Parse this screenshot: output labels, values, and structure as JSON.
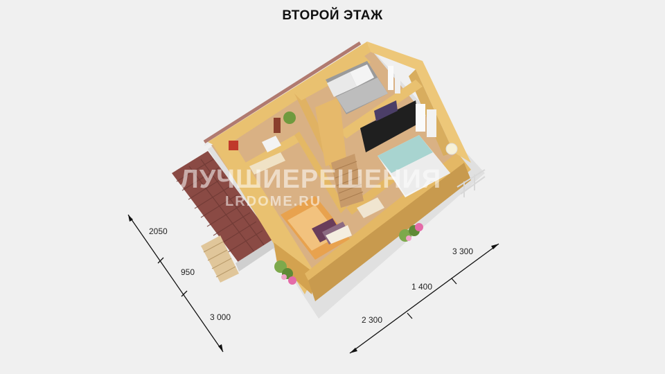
{
  "title": "ВТОРОЙ ЭТАЖ",
  "watermark": {
    "line1": "ЛУЧШИЕРЕШЕНИЯ",
    "line2": "LRDOME.RU"
  },
  "dimensions_left": {
    "total": "2050",
    "middle": "950",
    "bottom": "3 000"
  },
  "dimensions_right": {
    "total": "3 300",
    "middle": "1 400",
    "bottom": "2 300"
  },
  "colors": {
    "wood": "#e9c170",
    "wood_dark": "#d3a24f",
    "floor": "#d9b184",
    "roof": "#8a4a44",
    "bed_sheet": "#a8d4d0",
    "bed_grey": "#9a9a9a",
    "bg": "#f0f0f0"
  }
}
